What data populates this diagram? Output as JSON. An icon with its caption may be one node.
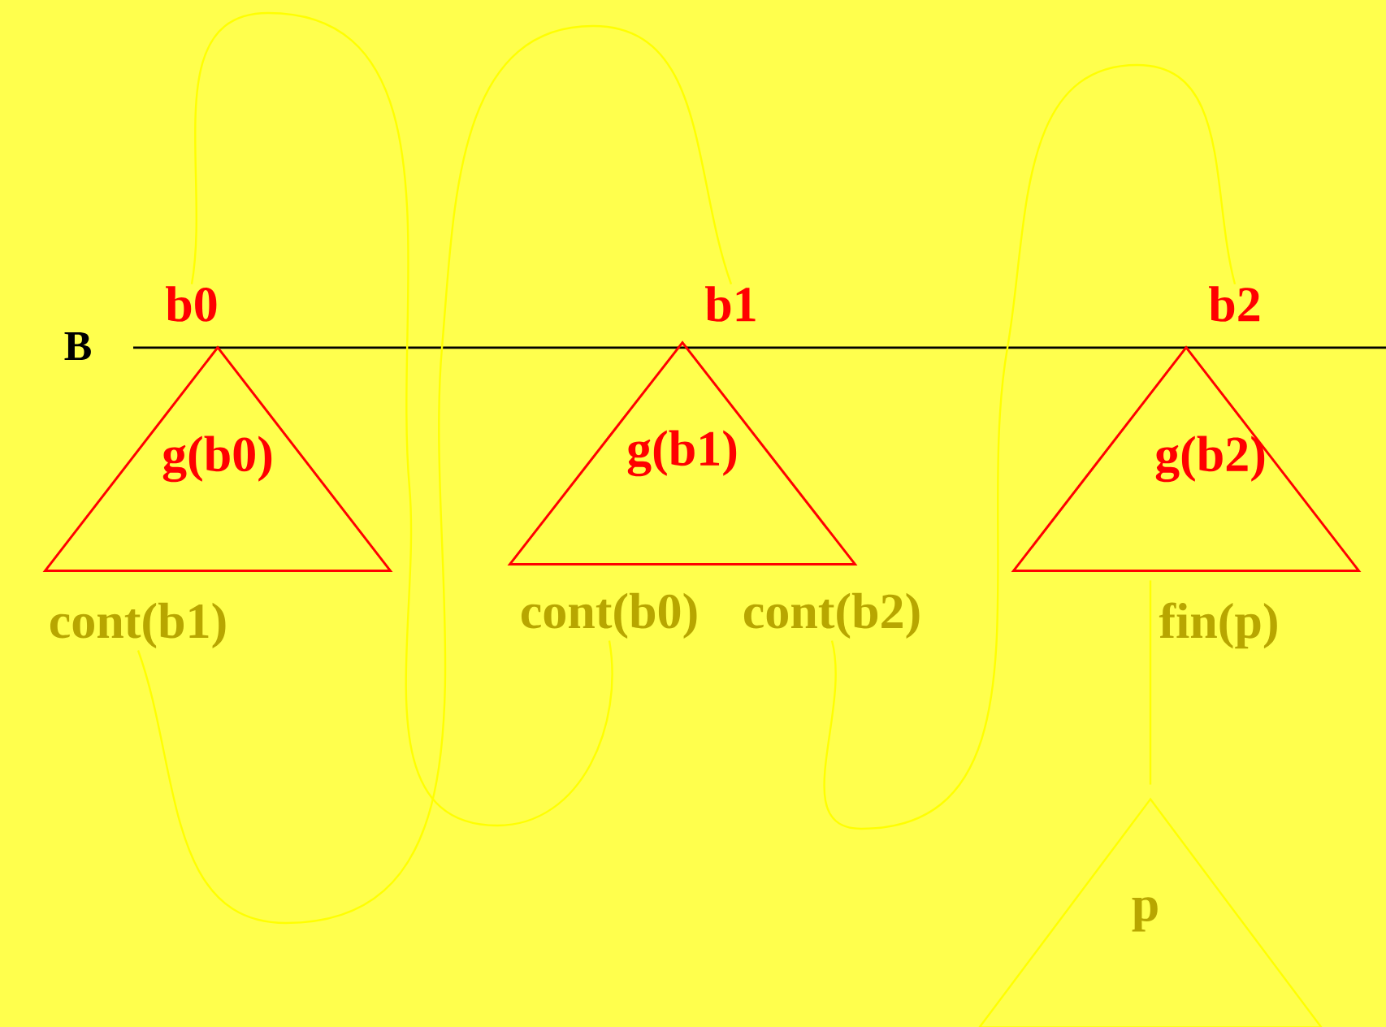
{
  "diagram": {
    "nodes": [
      {
        "text": [
          "b0"
        ]
      },
      {
        "text": [
          "b1"
        ]
      },
      {
        "text": [
          "b2"
        ]
      },
      {
        "text": [
          "g(b0)"
        ]
      },
      {
        "text": [
          "g(b1)"
        ]
      },
      {
        "text": [
          "g(b2)"
        ]
      },
      {
        "text": [
          "cont(b1)"
        ]
      },
      {
        "text": [
          "cont(b0)"
        ]
      },
      {
        "text": [
          "cont(b2)"
        ]
      },
      {
        "text": [
          "p"
        ]
      }
    ],
    "edges": [
      {
        "from": 0,
        "to": 7,
        "arrow": "none"
      },
      {
        "from": 6,
        "to": 1,
        "arrow": "none"
      },
      {
        "from": 8,
        "to": 2,
        "arrow": "none"
      },
      {
        "from": 5,
        "to": 9,
        "arrow": "none",
        "label": "fin(p)"
      }
    ],
    "labels": [
      "B"
    ]
  }
}
